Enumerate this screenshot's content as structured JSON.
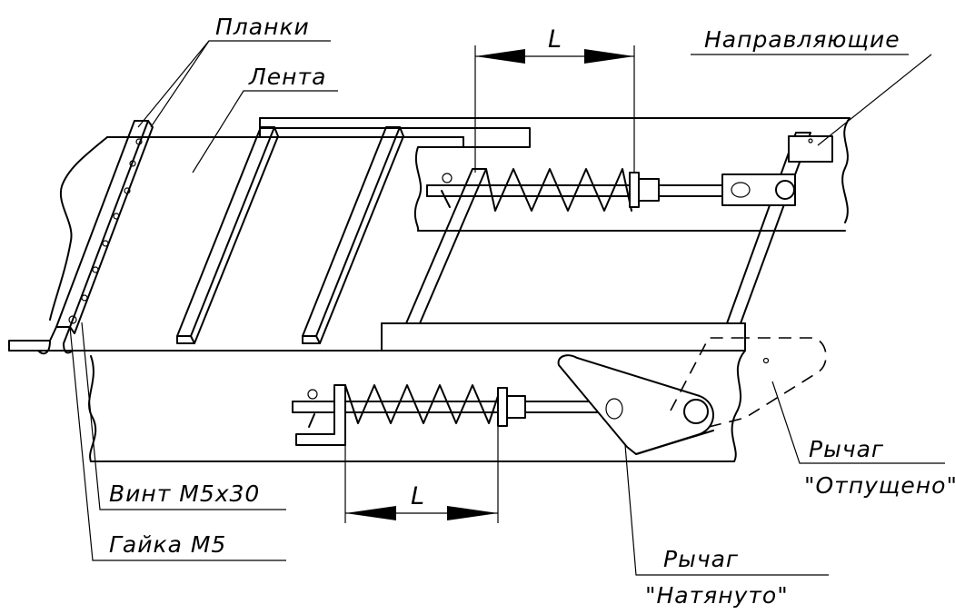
{
  "labels": {
    "planki": "Планки",
    "lenta": "Лента",
    "napravlyayushchie": "Направляющие",
    "dim_top": "L",
    "dim_bottom": "L",
    "vint": "Винт М5х30",
    "gaika": "Гайка М5",
    "rychag_otpushcheno_1": "Рычаг",
    "rychag_otpushcheno_2": "\"Отпущено\"",
    "rychag_natyanuto_1": "Рычаг",
    "rychag_natyanuto_2": "\"Натянуто\""
  }
}
